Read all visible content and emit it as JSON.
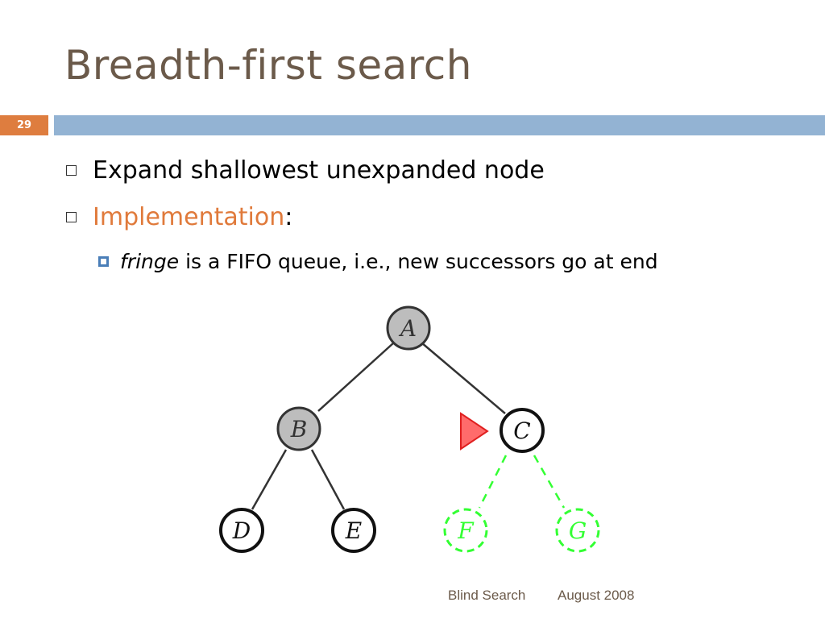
{
  "slide": {
    "title": "Breadth-first search",
    "number": "29"
  },
  "bullets": {
    "item1": "Expand shallowest unexpanded node",
    "item2_label": "Implementation",
    "item2_colon": ":",
    "sub1_italic": "fringe",
    "sub1_rest": " is a FIFO queue, i.e., new successors go at end"
  },
  "diagram": {
    "nodes": [
      {
        "id": "A",
        "label": "A",
        "state": "expanded"
      },
      {
        "id": "B",
        "label": "B",
        "state": "expanded"
      },
      {
        "id": "C",
        "label": "C",
        "state": "current"
      },
      {
        "id": "D",
        "label": "D",
        "state": "fringe"
      },
      {
        "id": "E",
        "label": "E",
        "state": "fringe"
      },
      {
        "id": "F",
        "label": "F",
        "state": "new"
      },
      {
        "id": "G",
        "label": "G",
        "state": "new"
      }
    ],
    "colors": {
      "expanded_fill": "#bdbdbd",
      "new_stroke": "#33ff33",
      "marker": "#ff3333"
    }
  },
  "footer": {
    "left": "Blind Search",
    "right": "August 2008"
  }
}
